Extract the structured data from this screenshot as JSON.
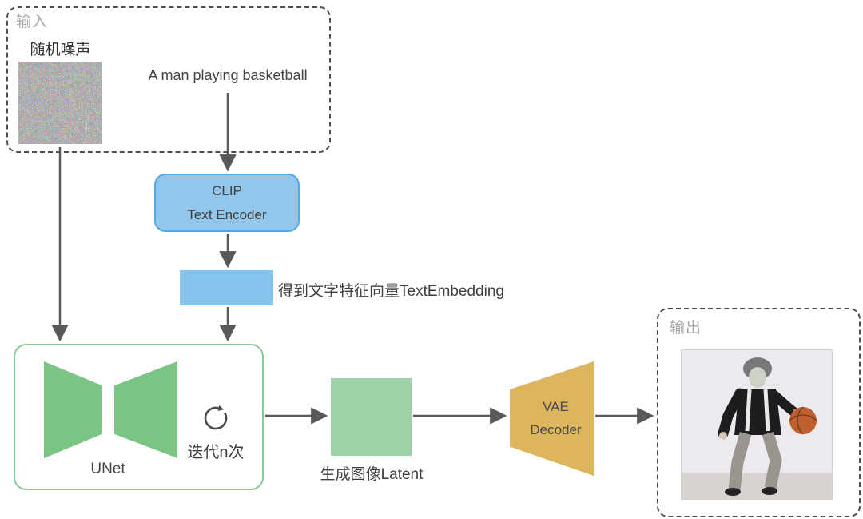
{
  "input": {
    "group_label": "输入",
    "noise_label": "随机噪声",
    "prompt": "A man playing basketball"
  },
  "clip": {
    "line1": "CLIP",
    "line2": "Text Encoder"
  },
  "embedding": {
    "caption": "得到文字特征向量TextEmbedding"
  },
  "unet": {
    "label": "UNet",
    "iteration_label": "迭代n次"
  },
  "latent": {
    "caption": "生成图像Latent"
  },
  "vae": {
    "line1": "VAE",
    "line2": "Decoder"
  },
  "output": {
    "group_label": "输出"
  },
  "icons": {
    "iterate": "circular-arrow-icon",
    "noise": "random-noise-thumbnail",
    "output_photo": "basketball-player-photo"
  },
  "colors": {
    "clip_fill": "#92C7EB",
    "clip_border": "#57A8DB",
    "embedding_fill": "#85C4EC",
    "unet_trapezoid": "#7AC583",
    "unet_border": "#8CC79A",
    "latent_fill": "#9ED2A8",
    "vae_fill": "#DDB55C",
    "arrow": "#595959",
    "dashed_border": "#4d4d4d",
    "muted_label": "#a8a8a8",
    "text": "#3f3f3f"
  }
}
